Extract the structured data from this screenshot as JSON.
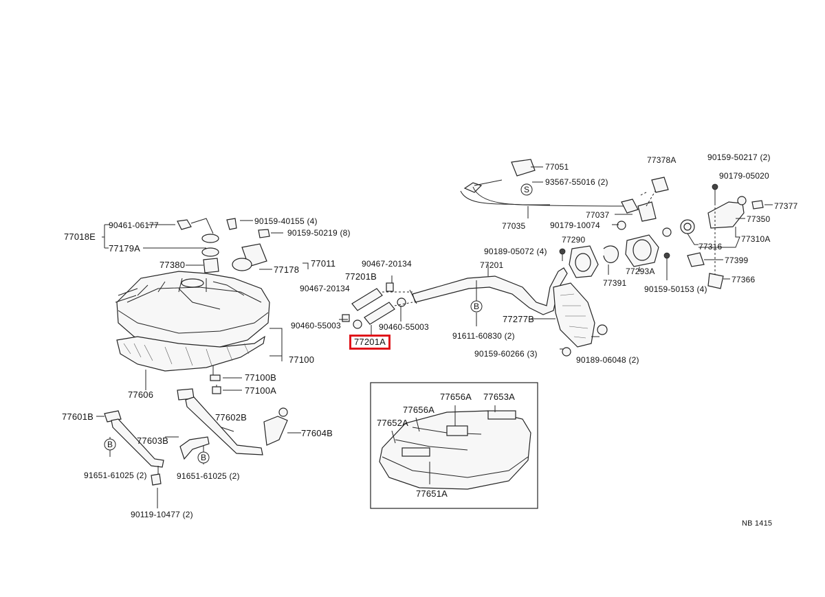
{
  "diagram": {
    "footer_code": "NB 1415",
    "highlighted_part": "77201A",
    "labels": {
      "p77051": "77051",
      "p93567": "93567-55016 (2)",
      "p77378A": "77378A",
      "p90159_50217": "90159-50217 (2)",
      "p90179_05020": "90179-05020",
      "p77377": "77377",
      "p77037": "77037",
      "p77350": "77350",
      "p90179_10074": "90179-10074",
      "p77035": "77035",
      "p77316": "77316",
      "p77310A": "77310A",
      "p90189_05072": "90189-05072 (4)",
      "p77290": "77290",
      "p77399": "77399",
      "p77201": "77201",
      "p77293A": "77293A",
      "p77391": "77391",
      "p77366": "77366",
      "p90159_50153": "90159-50153 (4)",
      "p90461_06177": "90461-06177",
      "p90159_40155": "90159-40155 (4)",
      "p77018E": "77018E",
      "p90159_50219": "90159-50219 (8)",
      "p77179A": "77179A",
      "p77011": "77011",
      "p77380": "77380",
      "p77178": "77178",
      "p90467_20134_a": "90467-20134",
      "p77201B": "77201B",
      "p90467_20134_b": "90467-20134",
      "p90460_55003_a": "90460-55003",
      "p90460_55003_b": "90460-55003",
      "p77201A": "77201A",
      "p91611_60830": "91611-60830 (2)",
      "p77277B": "77277B",
      "p90159_60266": "90159-60266 (3)",
      "p90189_06048": "90189-06048 (2)",
      "p77100": "77100",
      "p77100B": "77100B",
      "p77100A": "77100A",
      "p77606": "77606",
      "p77601B": "77601B",
      "p77602B": "77602B",
      "p77603B": "77603B",
      "p77604B": "77604B",
      "p91651_61025_a": "91651-61025 (2)",
      "p91651_61025_b": "91651-61025 (2)",
      "p90119_10477": "90119-10477 (2)",
      "p77656A_a": "77656A",
      "p77653A": "77653A",
      "p77656A_b": "77656A",
      "p77652A": "77652A",
      "p77651A": "77651A"
    },
    "callouts": {
      "S": "S",
      "B1": "B",
      "B2": "B",
      "B3": "B"
    }
  }
}
